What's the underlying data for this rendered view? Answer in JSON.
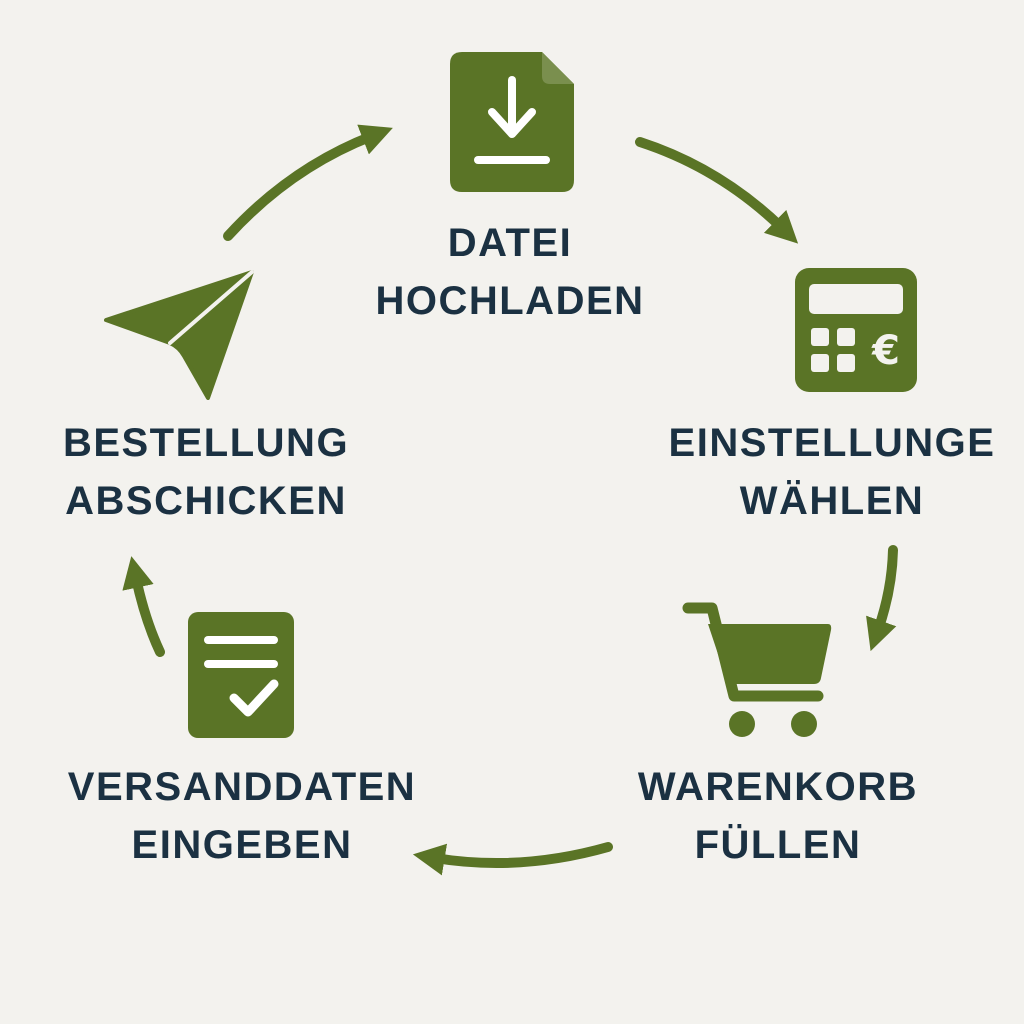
{
  "colors": {
    "background": "#f3f2ee",
    "accent_green": "#5a7426",
    "text_navy": "#1b3142"
  },
  "steps": [
    {
      "id": "upload",
      "icon": "file-download-icon",
      "line1": "DATEI",
      "line2": "HOCHLADEN"
    },
    {
      "id": "settings",
      "icon": "calculator-euro-icon",
      "line1": "EINSTELLUNGE",
      "line2": "WÄHLEN"
    },
    {
      "id": "cart",
      "icon": "shopping-cart-icon",
      "line1": "WARENKORB",
      "line2": "FÜLLEN"
    },
    {
      "id": "shipping",
      "icon": "document-check-icon",
      "line1": "VERSANDDATEN",
      "line2": "EINGEBEN"
    },
    {
      "id": "order",
      "icon": "paper-plane-icon",
      "line1": "BESTELLUNG",
      "line2": "ABSCHICKEN"
    }
  ],
  "calculator_symbol": "€"
}
